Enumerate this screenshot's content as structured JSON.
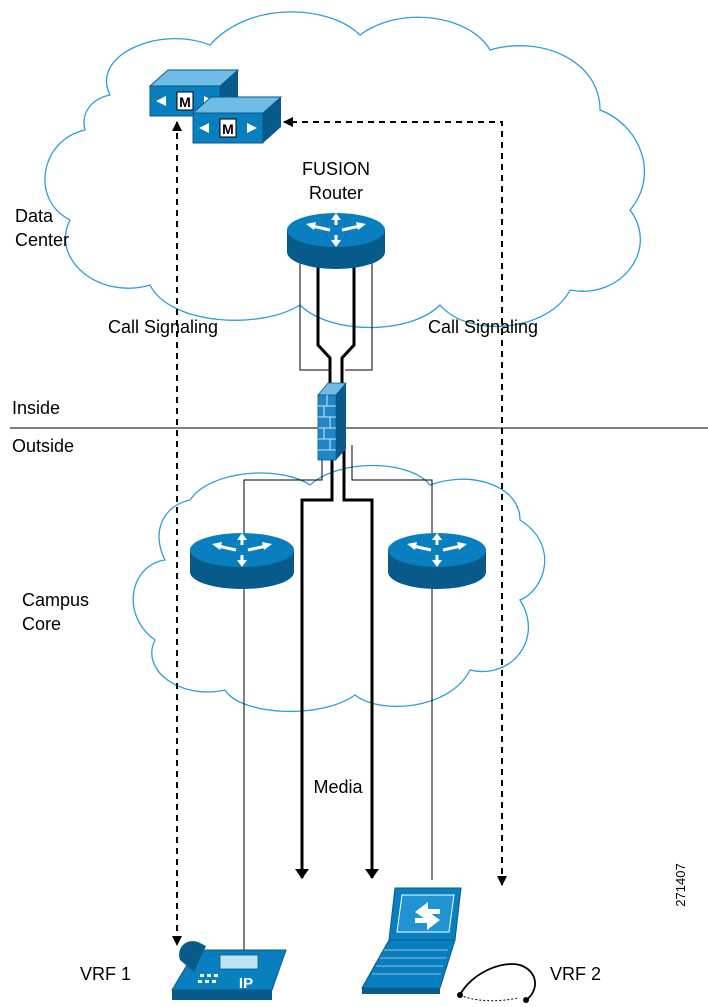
{
  "labels": {
    "data_center_line1": "Data",
    "data_center_line2": "Center",
    "fusion_line1": "FUSION",
    "fusion_line2": "Router",
    "call_signaling_left": "Call Signaling",
    "call_signaling_right": "Call Signaling",
    "inside": "Inside",
    "outside": "Outside",
    "campus_line1": "Campus",
    "campus_line2": "Core",
    "media": "Media",
    "figure_id": "271407",
    "vrf1": "VRF 1",
    "vrf2": "VRF 2",
    "manager_badge_1": "M",
    "manager_badge_2": "M",
    "ip_phone_badge": "IP"
  },
  "colors": {
    "cloud_stroke": "#2b9fd6",
    "device_blue": "#0a7fc0",
    "device_dark": "#075a8a",
    "firewall": "#1f87c8",
    "line": "#000000"
  },
  "icons": {
    "call_manager": "call-manager-icon",
    "router": "router-icon",
    "firewall": "firewall-icon",
    "ip_phone": "ip-phone-icon",
    "laptop": "laptop-icon",
    "headset": "headset-icon"
  }
}
